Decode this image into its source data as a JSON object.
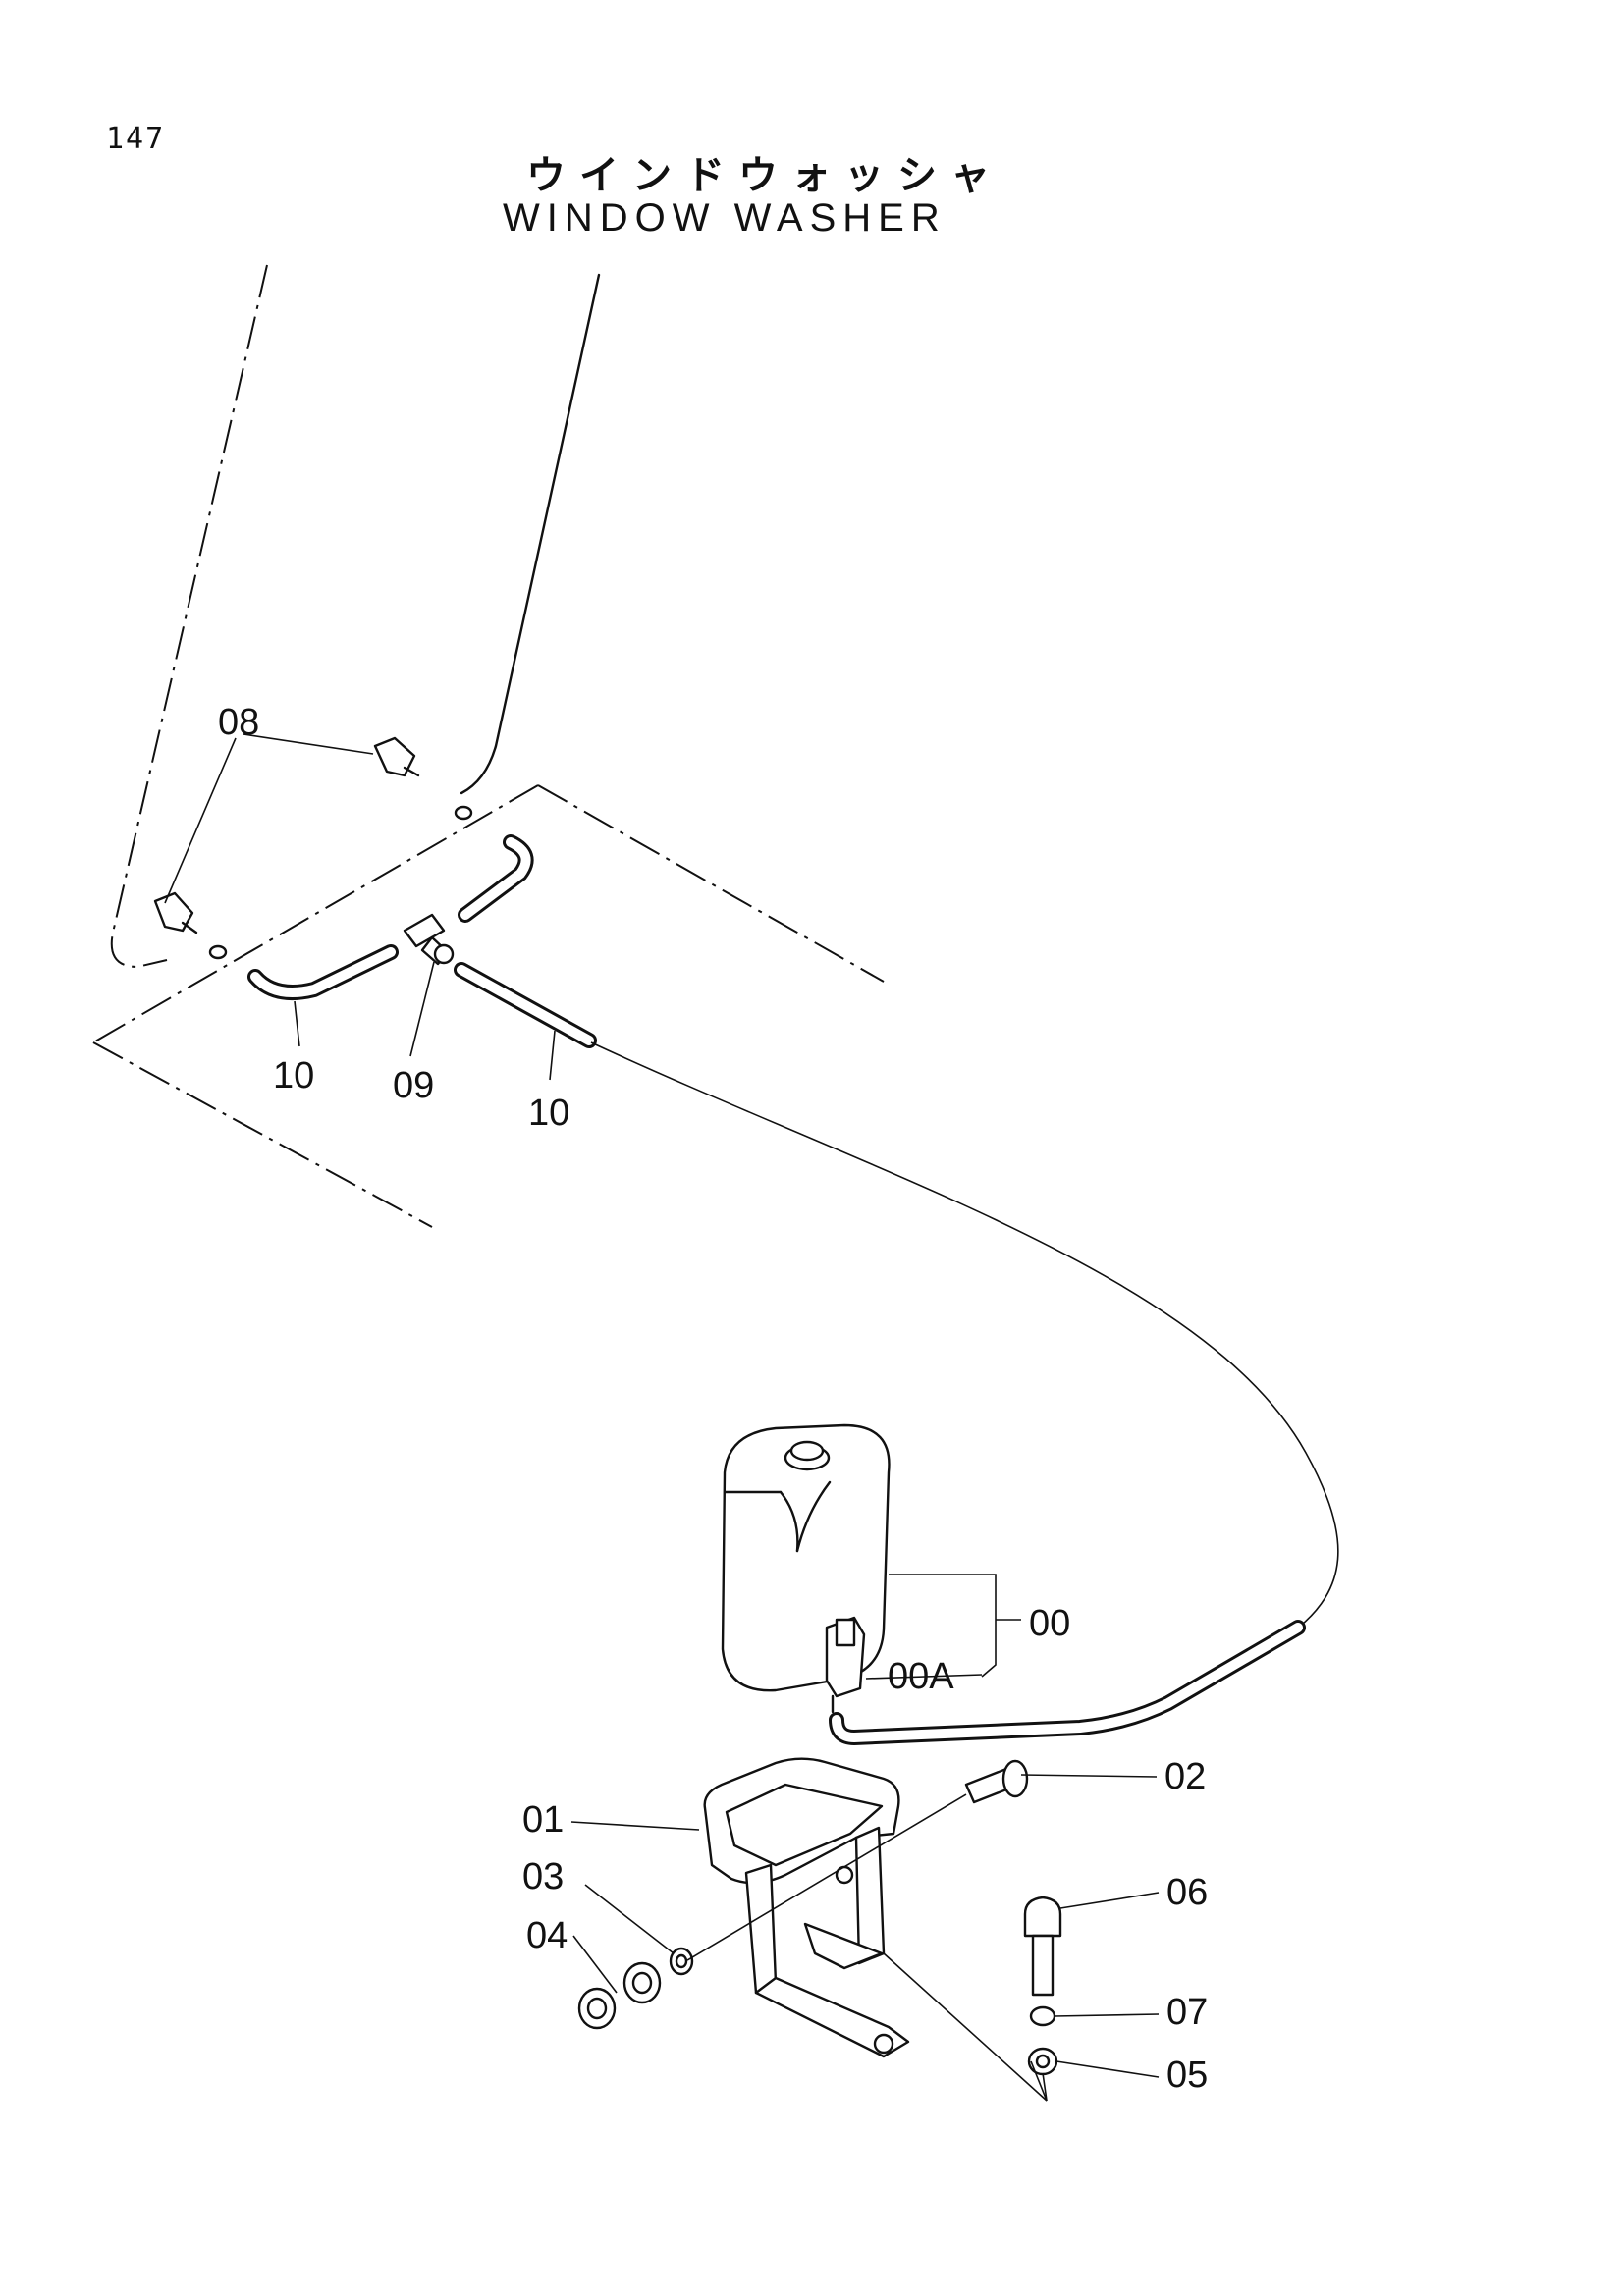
{
  "header": {
    "page_number": "147",
    "title_jp": "ウインドウォッシャ",
    "title_en": "WINDOW WASHER"
  },
  "callouts": {
    "c00": "00",
    "c00a": "00A",
    "c01": "01",
    "c02": "02",
    "c03": "03",
    "c04": "04",
    "c05": "05",
    "c06": "06",
    "c07": "07",
    "c08": "08",
    "c09": "09",
    "c10_left": "10",
    "c10_right": "10"
  }
}
